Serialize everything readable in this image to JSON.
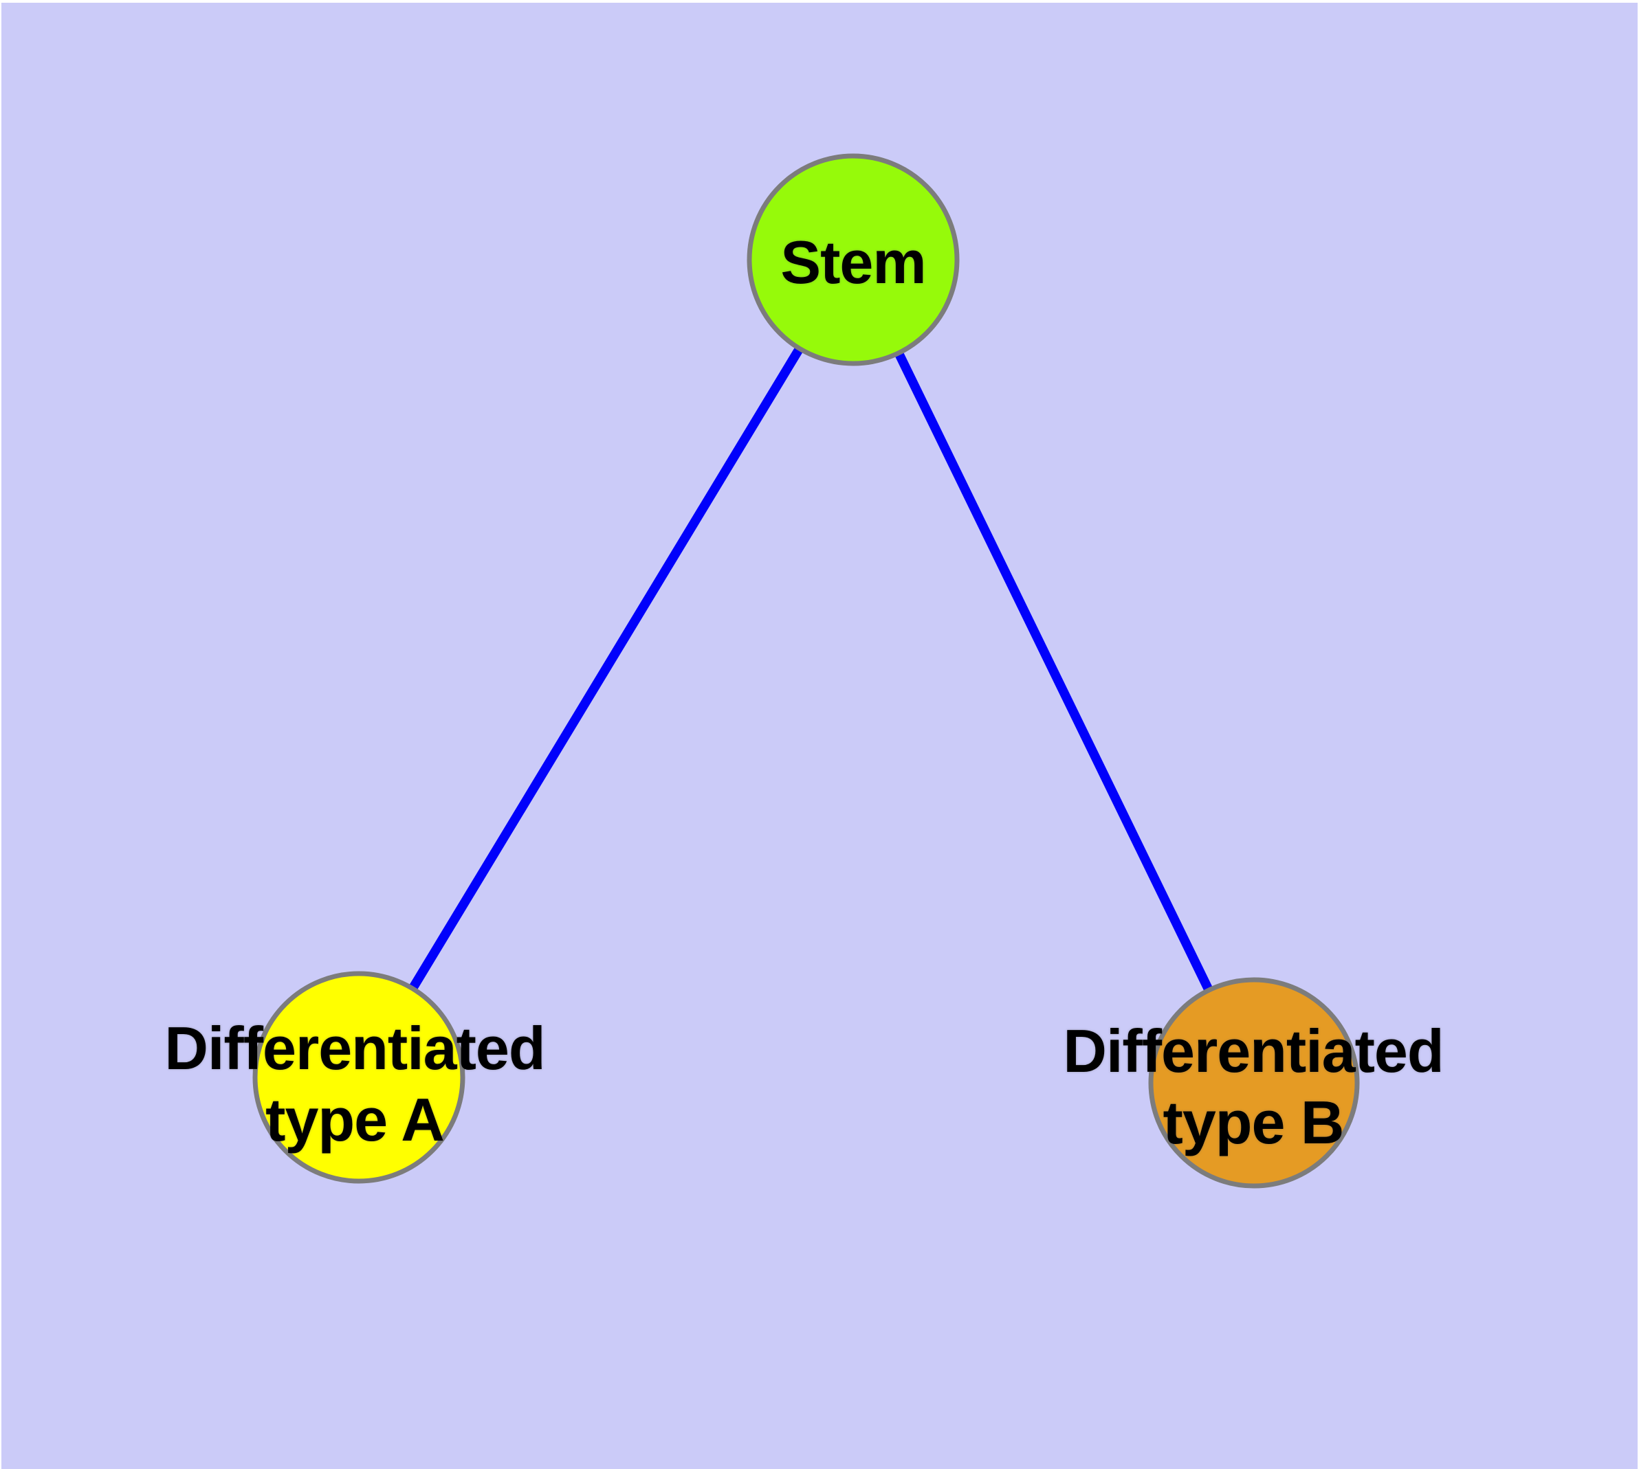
{
  "diagram": {
    "background_color": "#CBCBF8",
    "edge_color": "#0101FB",
    "node_border_color": "#7C7C7C",
    "nodes": {
      "stem": {
        "label": "Stem",
        "fill": "#96FA0A"
      },
      "type_a": {
        "label_line1": "Differentiated",
        "label_line2": "type A",
        "fill": "#FFFF00"
      },
      "type_b": {
        "label_line1": "Differentiated",
        "label_line2": "type B",
        "fill": "#E59B24"
      }
    },
    "edges": [
      {
        "from": "Stem",
        "to": "Differentiated type A"
      },
      {
        "from": "Stem",
        "to": "Differentiated type B"
      }
    ]
  }
}
